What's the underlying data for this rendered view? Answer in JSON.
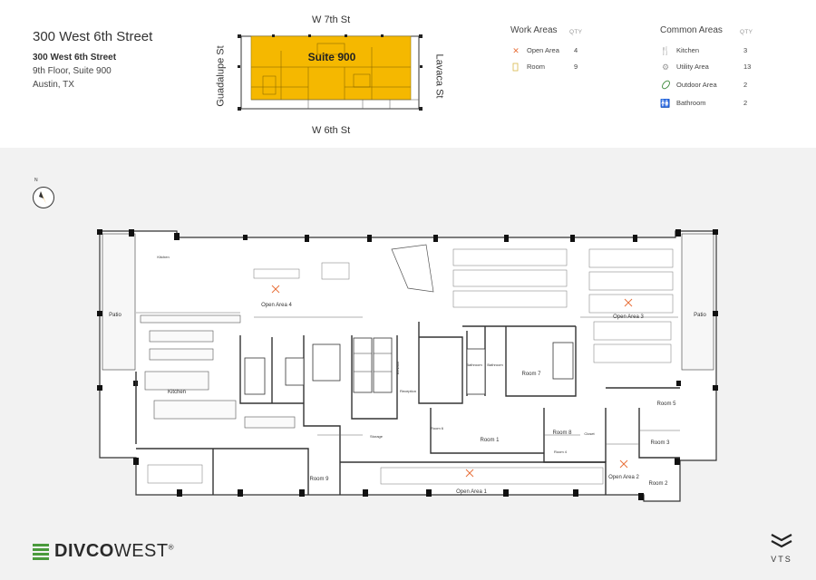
{
  "building": {
    "title": "300 West 6th Street",
    "address_line1": "300 West 6th Street",
    "address_line2": "9th Floor, Suite 900",
    "address_line3": "Austin, TX"
  },
  "keymap": {
    "suite_label": "Suite 900",
    "street_north": "W 7th St",
    "street_south": "W 6th St",
    "street_west": "Guadalupe St",
    "street_east": "Lavaca St",
    "highlight_color": "#f5b800"
  },
  "legend": {
    "qty_header": "QTY",
    "work_areas": {
      "heading": "Work Areas",
      "items": [
        {
          "label": "Open Area",
          "qty": "4",
          "icon": "open-area-icon",
          "color": "#e8703a"
        },
        {
          "label": "Room",
          "qty": "9",
          "icon": "room-icon",
          "color": "#d8b84a"
        }
      ]
    },
    "common_areas": {
      "heading": "Common Areas",
      "items": [
        {
          "label": "Kitchen",
          "qty": "3",
          "icon": "kitchen-icon",
          "color": "#5b7fb0"
        },
        {
          "label": "Utility Area",
          "qty": "13",
          "icon": "utility-icon",
          "color": "#999999"
        },
        {
          "label": "Outdoor Area",
          "qty": "2",
          "icon": "outdoor-icon",
          "color": "#3c8a3a"
        },
        {
          "label": "Bathroom",
          "qty": "2",
          "icon": "bathroom-icon",
          "color": "#5b8fd0"
        }
      ]
    }
  },
  "floorplan": {
    "north_label": "N",
    "rooms": {
      "open_area_1": "Open Area 1",
      "open_area_2": "Open Area 2",
      "open_area_3": "Open Area 3",
      "open_area_4": "Open Area 4",
      "room_1": "Room 1",
      "room_2": "Room 2",
      "room_3": "Room 3",
      "room_4": "Room 4",
      "room_5": "Room 5",
      "room_6": "Room 6",
      "room_7": "Room 7",
      "room_8": "Room 8",
      "room_9": "Room 9",
      "kitchen": "Kitchen",
      "reception": "Reception",
      "elevator": "Elevator",
      "patio_left": "Patio",
      "patio_right": "Patio",
      "bathroom_a": "Bathroom",
      "bathroom_b": "Bathroom",
      "storage": "Storage",
      "kitchen_small": "Kitchen",
      "closet": "Closet"
    }
  },
  "brand": {
    "name_bold": "DIVCO",
    "name_light": "WEST",
    "reg": "®",
    "color": "#4a9a3c"
  },
  "vts": {
    "label": "VTS"
  }
}
